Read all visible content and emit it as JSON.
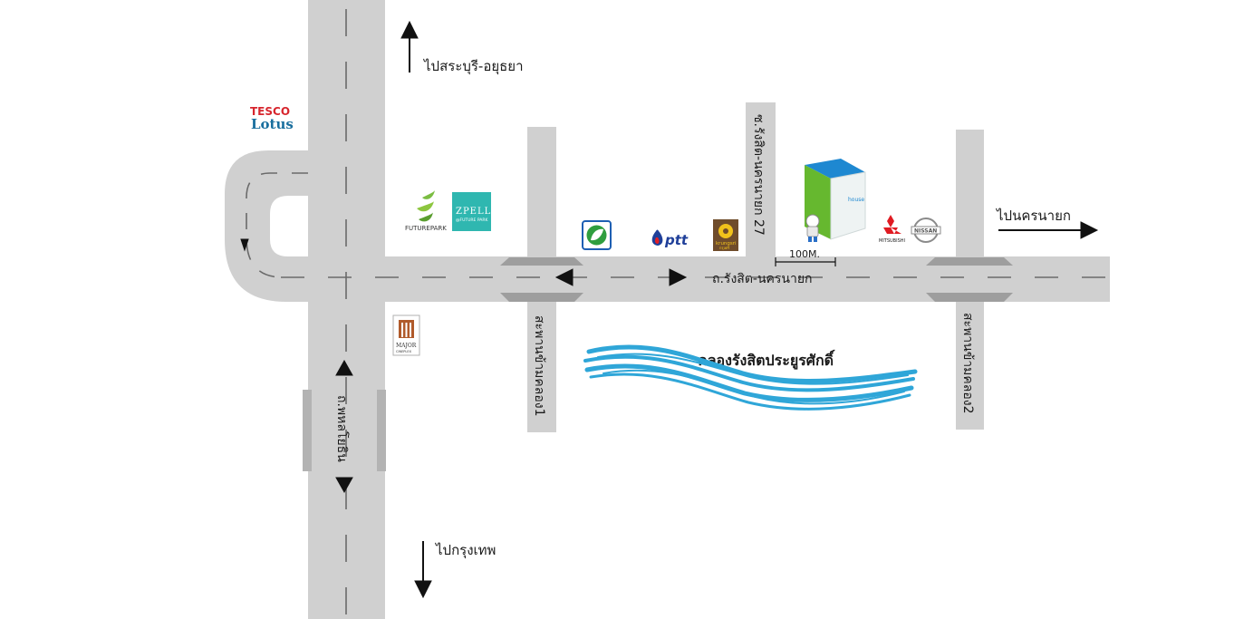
{
  "labels": {
    "north_direction": "ไปสระบุรี-อยุธยา",
    "south_direction": "ไปกรุงเทพ",
    "east_direction": "ไปนครนายก",
    "main_road": "ถ.รังสิต-นครนายก",
    "soi_27": "ซ.รังสิต-นครนายก 27",
    "vertical_road": "ถ.พหลโยธิน",
    "bridge_klong1": "สะพานข้ามคลอง1",
    "bridge_klong2": "สะพานข้ามคลอง2",
    "canal": "คลองรังสิตประยูรศักดิ์",
    "distance": "100M."
  },
  "logos": {
    "tesco_top": "TESCO",
    "tesco_bottom": "Lotus",
    "future_park": "FUTUREPARK",
    "zpell_top": "ZPELL",
    "zpell_bottom": "@FUTURE PARK",
    "ptt": "ptt",
    "krungsri": "krungsri",
    "krungsri_sub": "กรุงศรี",
    "major_top": "MAJOR",
    "major_bottom": "CINEPLEX",
    "house": "house",
    "mitsubishi": "MITSUBISHI",
    "nissan": "NISSAN"
  },
  "colors": {
    "road": "#d0d0d0",
    "road_edge": "#9e9e9e",
    "canal": "#2fa6d8",
    "zpell": "#2fb7b0",
    "tesco_red": "#d7262e",
    "tesco_blue": "#1a6f9e",
    "bangchak_green": "#2f9e3f",
    "ptt_blue": "#1f3f99",
    "krungsri": "#6f4c2b",
    "mitsubishi_red": "#e01b22",
    "house_green": "#66b82f",
    "house_blue": "#1e88d1"
  }
}
